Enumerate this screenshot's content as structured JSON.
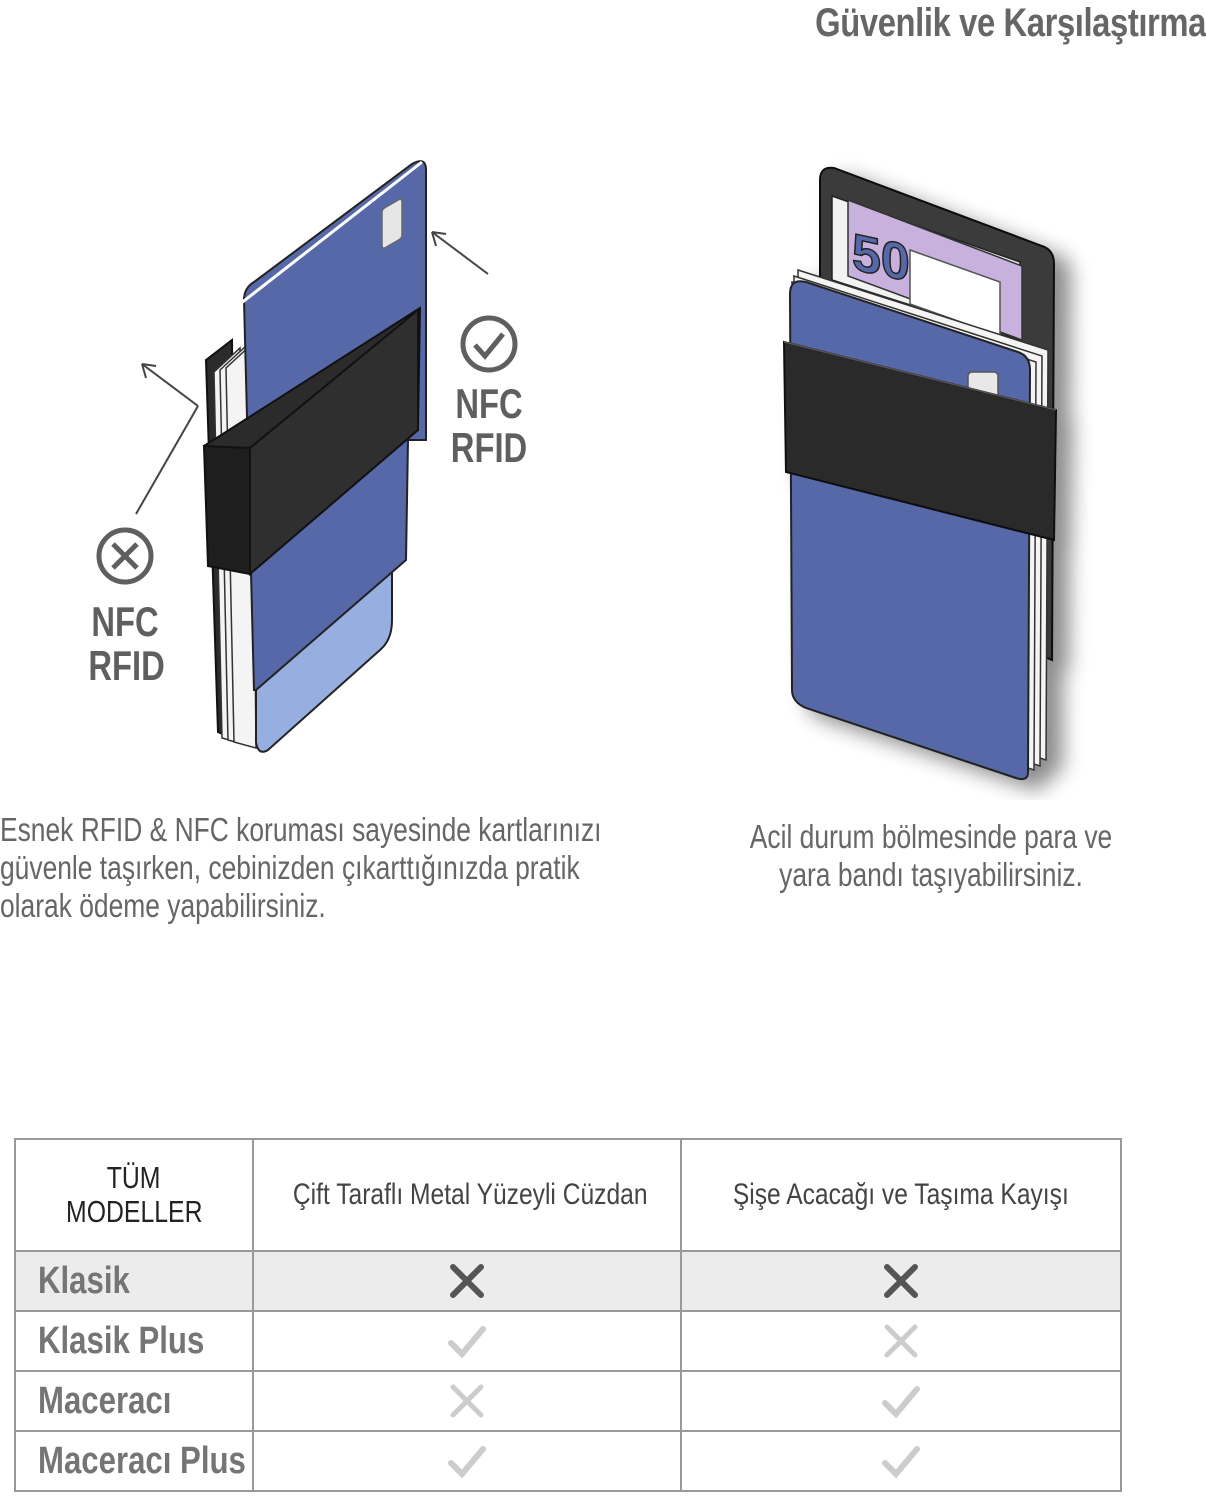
{
  "header": {
    "title": "Güvenlik ve Karşılaştırma"
  },
  "left_panel": {
    "label_blocked_1": "NFC",
    "label_blocked_2": "RFID",
    "label_allowed_1": "NFC",
    "label_allowed_2": "RFID",
    "description": "Esnek RFID & NFC koruması sayesinde kartlarınızı güvenle taşırken, cebinizden çıkarttığınızda pratik olarak ödeme yapabilirsiniz."
  },
  "right_panel": {
    "banknote_text": "50",
    "description": "Acil durum bölmesinde para ve yara bandı taşıyabilirsiniz."
  },
  "comparison": {
    "corner_label_1": "TÜM",
    "corner_label_2": "MODELLER",
    "columns": [
      "Çift Taraflı Metal Yüzeyli Cüzdan",
      "Şişe Acacağı ve Taşıma Kayışı"
    ],
    "rows": [
      {
        "model": "Klasik",
        "marks": [
          "cross-bold",
          "cross-bold"
        ]
      },
      {
        "model": "Klasik Plus",
        "marks": [
          "check",
          "cross"
        ]
      },
      {
        "model": "Maceracı",
        "marks": [
          "cross",
          "check"
        ]
      },
      {
        "model": "Maceracı Plus",
        "marks": [
          "check",
          "check"
        ]
      }
    ]
  },
  "colors": {
    "card_blue": "#5668a8",
    "card_light_blue": "#97aee0",
    "band_black": "#2b2b2b",
    "mark_gray": "#cccccc",
    "mark_dark": "#555555"
  }
}
